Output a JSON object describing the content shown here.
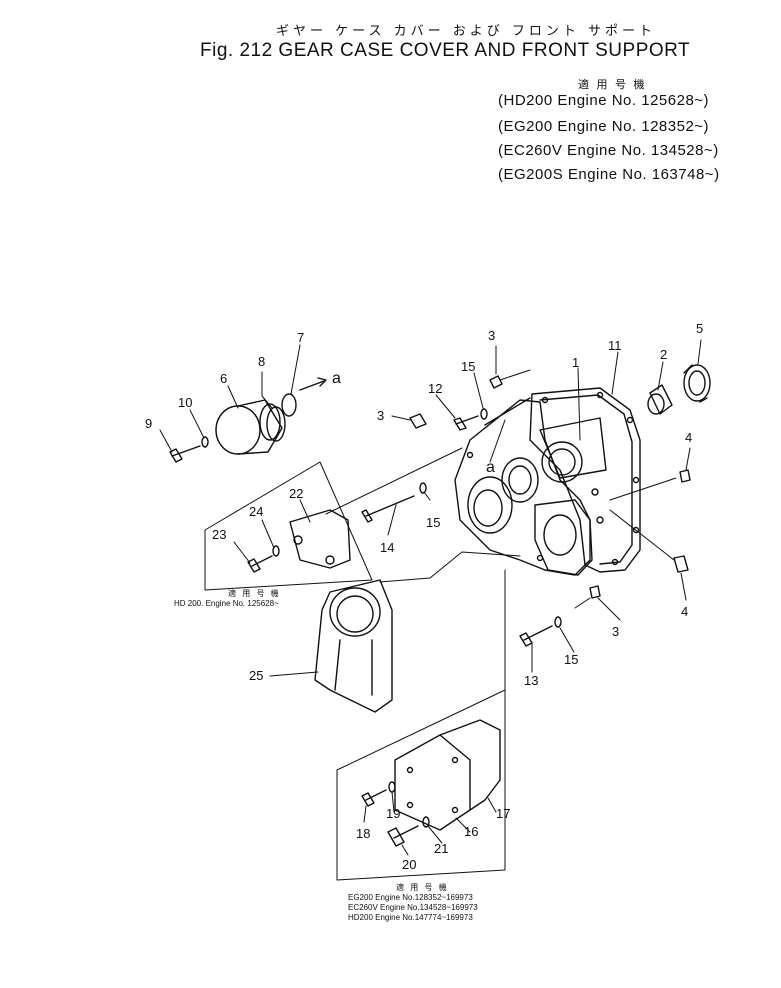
{
  "title": {
    "japanese": "ギヤー ケース カバー および フロント サポート",
    "english": "Fig. 212 GEAR CASE COVER AND FRONT SUPPORT"
  },
  "applicability": {
    "header": "適 用 号 機",
    "rows": [
      "(HD200 Engine No. 125628~)",
      "(EG200 Engine No. 128352~)",
      "(EC260V Engine No. 134528~)",
      "(EG200S Engine No. 163748~)"
    ]
  },
  "callouts": [
    "1",
    "2",
    "3",
    "3",
    "3",
    "4",
    "4",
    "5",
    "6",
    "7",
    "8",
    "9",
    "10",
    "11",
    "12",
    "13",
    "14",
    "15",
    "15",
    "15",
    "16",
    "17",
    "18",
    "19",
    "20",
    "21",
    "22",
    "23",
    "24",
    "25",
    "a",
    "a"
  ],
  "notes": {
    "group1_header": "適 用 号 機",
    "group1_line": "HD 200. Engine No. 125628~",
    "group2_header": "適 用 号 機",
    "group2_lines": [
      "EG200 Engine No.128352~169973",
      "EC260V Engine No.134528~169973",
      "HD200 Engine No.147774~169973"
    ]
  }
}
